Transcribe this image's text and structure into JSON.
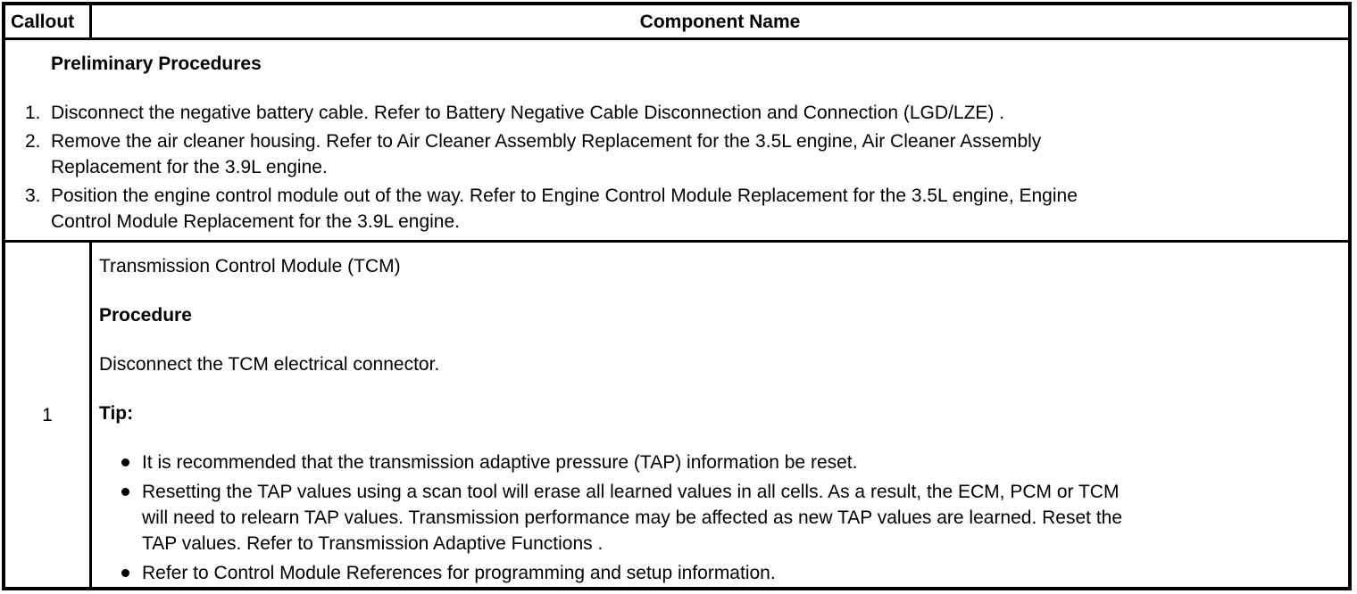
{
  "colors": {
    "text": "#000000",
    "border": "#000000",
    "background": "#ffffff"
  },
  "table": {
    "header": {
      "callout": "Callout",
      "component_name": "Component Name"
    },
    "preliminary": {
      "title": "Preliminary Procedures",
      "steps": [
        {
          "num": "1.",
          "text": "Disconnect the negative battery cable. Refer to Battery Negative Cable Disconnection and Connection (LGD/LZE) ."
        },
        {
          "num": "2.",
          "text": "Remove the air cleaner housing. Refer to Air Cleaner Assembly Replacement for the 3.5L engine, Air Cleaner Assembly\nReplacement for the 3.9L engine."
        },
        {
          "num": "3.",
          "text": "Position the engine control module out of the way. Refer to Engine Control Module Replacement for the 3.5L engine, Engine\nControl Module Replacement for the 3.9L engine."
        }
      ]
    },
    "rows": [
      {
        "callout": "1",
        "component_name": "Transmission Control Module (TCM)",
        "procedure_label": "Procedure",
        "procedure_text": "Disconnect the TCM electrical connector.",
        "tip_label": "Tip:",
        "tips": [
          "It is recommended that the transmission adaptive pressure (TAP) information be reset.",
          "Resetting the TAP values using a scan tool will erase all learned values in all cells. As a result, the ECM, PCM or TCM\nwill need to relearn TAP values. Transmission performance may be affected as new TAP values are learned. Reset the\nTAP values. Refer to Transmission Adaptive Functions .",
          "Refer to Control Module References for programming and setup information."
        ]
      }
    ]
  }
}
